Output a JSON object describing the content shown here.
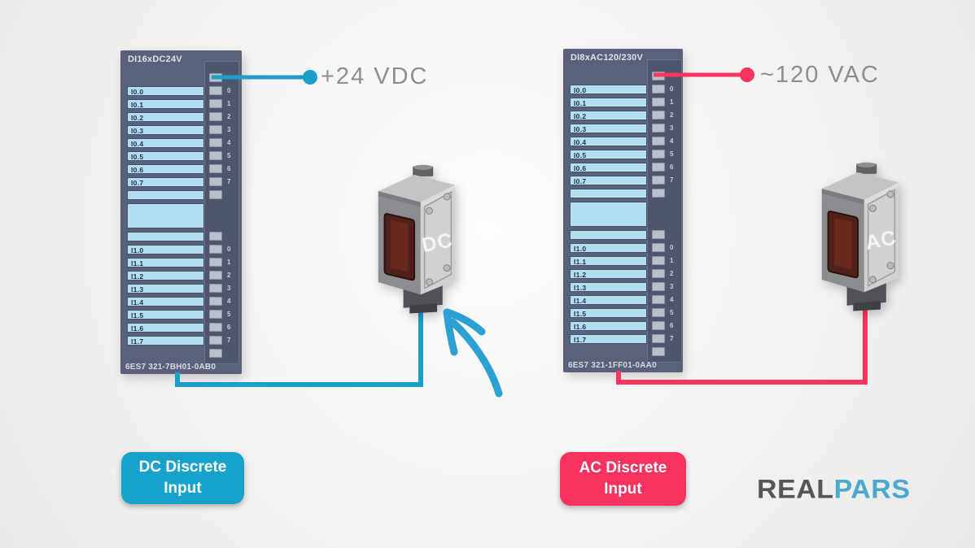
{
  "colors": {
    "dc_wire": "#1b9fc9",
    "ac_wire": "#f8355e",
    "dc_button": "#17a2cc",
    "ac_button": "#f8325e",
    "label_text": "#8b8e92",
    "arrow": "#2aa1d2",
    "logo_real": "#55565a",
    "logo_pars": "#4ba8ce",
    "module_body": "#59627a",
    "channel_box_fill": "#b2deef"
  },
  "left": {
    "module": {
      "header": "DI16xDC24V",
      "part_number": "6ES7 321-7BH01-0AB0",
      "channels_a": [
        {
          "label": "I0.0",
          "num": "0"
        },
        {
          "label": "I0.1",
          "num": "1"
        },
        {
          "label": "I0.2",
          "num": "2"
        },
        {
          "label": "I0.3",
          "num": "3"
        },
        {
          "label": "I0.4",
          "num": "4"
        },
        {
          "label": "I0.5",
          "num": "5"
        },
        {
          "label": "I0.6",
          "num": "6"
        },
        {
          "label": "I0.7",
          "num": "7"
        }
      ],
      "channels_b": [
        {
          "label": "I1.0",
          "num": "0"
        },
        {
          "label": "I1.1",
          "num": "1"
        },
        {
          "label": "I1.2",
          "num": "2"
        },
        {
          "label": "I1.3",
          "num": "3"
        },
        {
          "label": "I1.4",
          "num": "4"
        },
        {
          "label": "I1.5",
          "num": "5"
        },
        {
          "label": "I1.6",
          "num": "6"
        },
        {
          "label": "I1.7",
          "num": "7"
        }
      ]
    },
    "power_label": "+24 VDC",
    "sensor_label": "DC",
    "caption": "DC Discrete Input"
  },
  "right": {
    "module": {
      "header": "DI8xAC120/230V",
      "part_number": "6ES7 321-1FF01-0AA0",
      "channels_a": [
        {
          "label": "I0.0",
          "num": "0"
        },
        {
          "label": "I0.1",
          "num": "1"
        },
        {
          "label": "I0.2",
          "num": "2"
        },
        {
          "label": "I0.3",
          "num": "3"
        },
        {
          "label": "I0.4",
          "num": "4"
        },
        {
          "label": "I0.5",
          "num": "5"
        },
        {
          "label": "I0.6",
          "num": "6"
        },
        {
          "label": "I0.7",
          "num": "7"
        }
      ],
      "channels_b": [
        {
          "label": "I1.0",
          "num": "0"
        },
        {
          "label": "I1.1",
          "num": "1"
        },
        {
          "label": "I1.2",
          "num": "2"
        },
        {
          "label": "I1.3",
          "num": "3"
        },
        {
          "label": "I1.4",
          "num": "4"
        },
        {
          "label": "I1.5",
          "num": "5"
        },
        {
          "label": "I1.6",
          "num": "6"
        },
        {
          "label": "I1.7",
          "num": "7"
        }
      ]
    },
    "power_label": "~120 VAC",
    "sensor_label": "AC",
    "caption": "AC Discrete Input"
  },
  "logo": {
    "real": "REAL",
    "pars": "PARS"
  }
}
